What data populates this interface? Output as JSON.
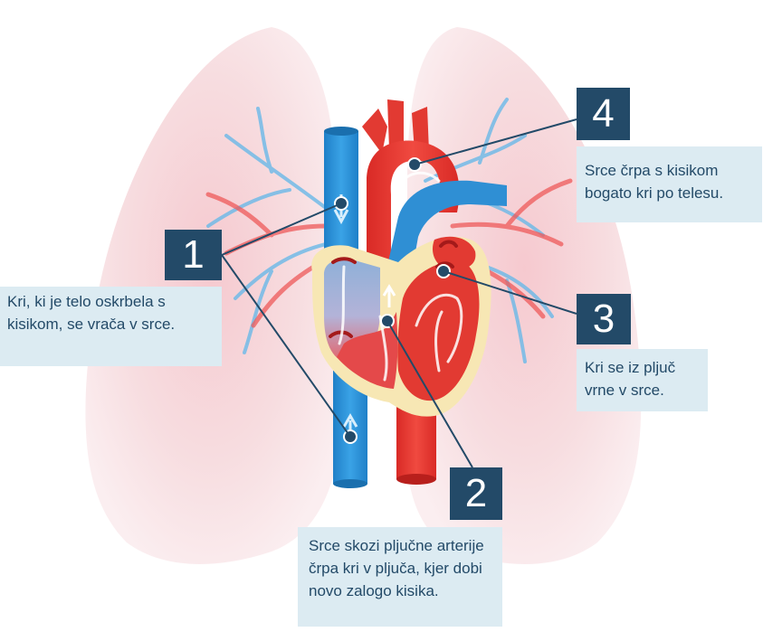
{
  "steps": [
    {
      "number": "1",
      "caption": "Kri, ki je telo oskrbela s kisikom, se vrača v srce."
    },
    {
      "number": "2",
      "caption": "Srce skozi pljučne arterije črpa kri v pljuča, kjer dobi novo zalogo kisika."
    },
    {
      "number": "3",
      "caption": "Kri se iz pljuč vrne v srce."
    },
    {
      "number": "4",
      "caption": "Srce črpa s kisikom bogato kri po telesu."
    }
  ],
  "colors": {
    "label_box": "#234a68",
    "caption_bg": "#dcebf2",
    "caption_text": "#234a68",
    "blood_deoxygenated": "#2b8fd6",
    "blood_oxygenated": "#e2352e",
    "heart_wall": "#f7e7b4",
    "lungs": "#f7d8dc"
  }
}
